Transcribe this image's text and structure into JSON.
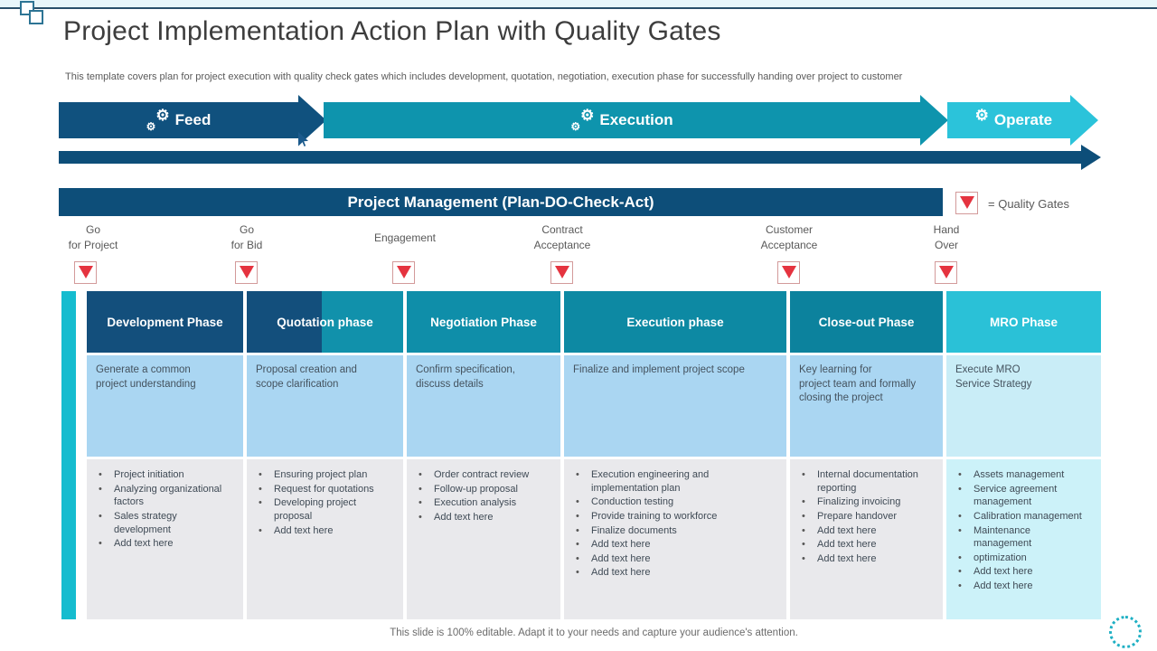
{
  "slide": {
    "title": "Project Implementation Action Plan with Quality Gates",
    "subtitle": "This template covers plan for project execution with quality check gates which includes development, quotation, negotiation, execution phase for successfully handing over project to customer",
    "footer": "This slide is 100% editable. Adapt it to your needs and capture your audience's attention."
  },
  "process_arrows": [
    {
      "label": "Feed",
      "icon": "gears-icon",
      "color": "#10517e"
    },
    {
      "label": "Execution",
      "icon": "gears-icon",
      "color": "#0e94ad"
    },
    {
      "label": "Operate",
      "icon": "gear-icon",
      "color": "#2bc3da"
    }
  ],
  "management_bar": {
    "label": "Project Management (Plan-DO-Check-Act)",
    "color": "#0d4e79"
  },
  "legend": {
    "symbol": "quality-gate-triangle",
    "text": "= Quality Gates",
    "triangle_color": "#e5333f"
  },
  "gates": [
    {
      "label": "Go\nfor Project"
    },
    {
      "label": "Go\nfor Bid"
    },
    {
      "label": "Engagement"
    },
    {
      "label": "Contract\nAcceptance"
    },
    {
      "label": "Customer\nAcceptance"
    },
    {
      "label": "Hand\nOver"
    }
  ],
  "phases": [
    {
      "title": "Development Phase",
      "description": "Generate a common\nproject understanding",
      "bullets": [
        "Project initiation",
        "Analyzing organizational\nfactors",
        "Sales strategy\ndevelopment",
        "Add text here"
      ]
    },
    {
      "title": "Quotation phase",
      "description": "Proposal creation and\nscope clarification",
      "bullets": [
        "Ensuring project plan",
        "Request for quotations",
        "Developing project\nproposal",
        "Add text here"
      ]
    },
    {
      "title": "Negotiation Phase",
      "description": "Confirm specification,\ndiscuss details",
      "bullets": [
        "Order contract review",
        "Follow-up proposal",
        "Execution analysis",
        "Add text here"
      ]
    },
    {
      "title": "Execution phase",
      "description": "Finalize and implement project scope",
      "bullets": [
        "Execution engineering and\nimplementation plan",
        "Conduction testing",
        "Provide training to workforce",
        "Finalize documents",
        "Add text here",
        "Add text here",
        "Add text here"
      ]
    },
    {
      "title": "Close-out Phase",
      "description": "Key learning for\nproject team and formally\nclosing the project",
      "bullets": [
        "Internal documentation\nreporting",
        "Finalizing invoicing",
        "Prepare handover",
        "Add text here",
        "Add text here",
        "Add text here"
      ]
    },
    {
      "title": "MRO Phase",
      "description": "Execute MRO\nService Strategy",
      "bullets": [
        "Assets management",
        "Service agreement\nmanagement",
        "Calibration management",
        "Maintenance\nmanagement",
        "optimization",
        "Add text here",
        "Add text here"
      ]
    }
  ],
  "colors": {
    "dark_blue": "#0d4e79",
    "teal": "#0e94ad",
    "cyan": "#2bc3da",
    "stripe_cyan": "#15bccf",
    "description_blue": "#aad6f2",
    "bullet_gray": "#e9e9ec",
    "mro_light_cyan": "#ccf2f9",
    "gate_red": "#e5333f"
  }
}
